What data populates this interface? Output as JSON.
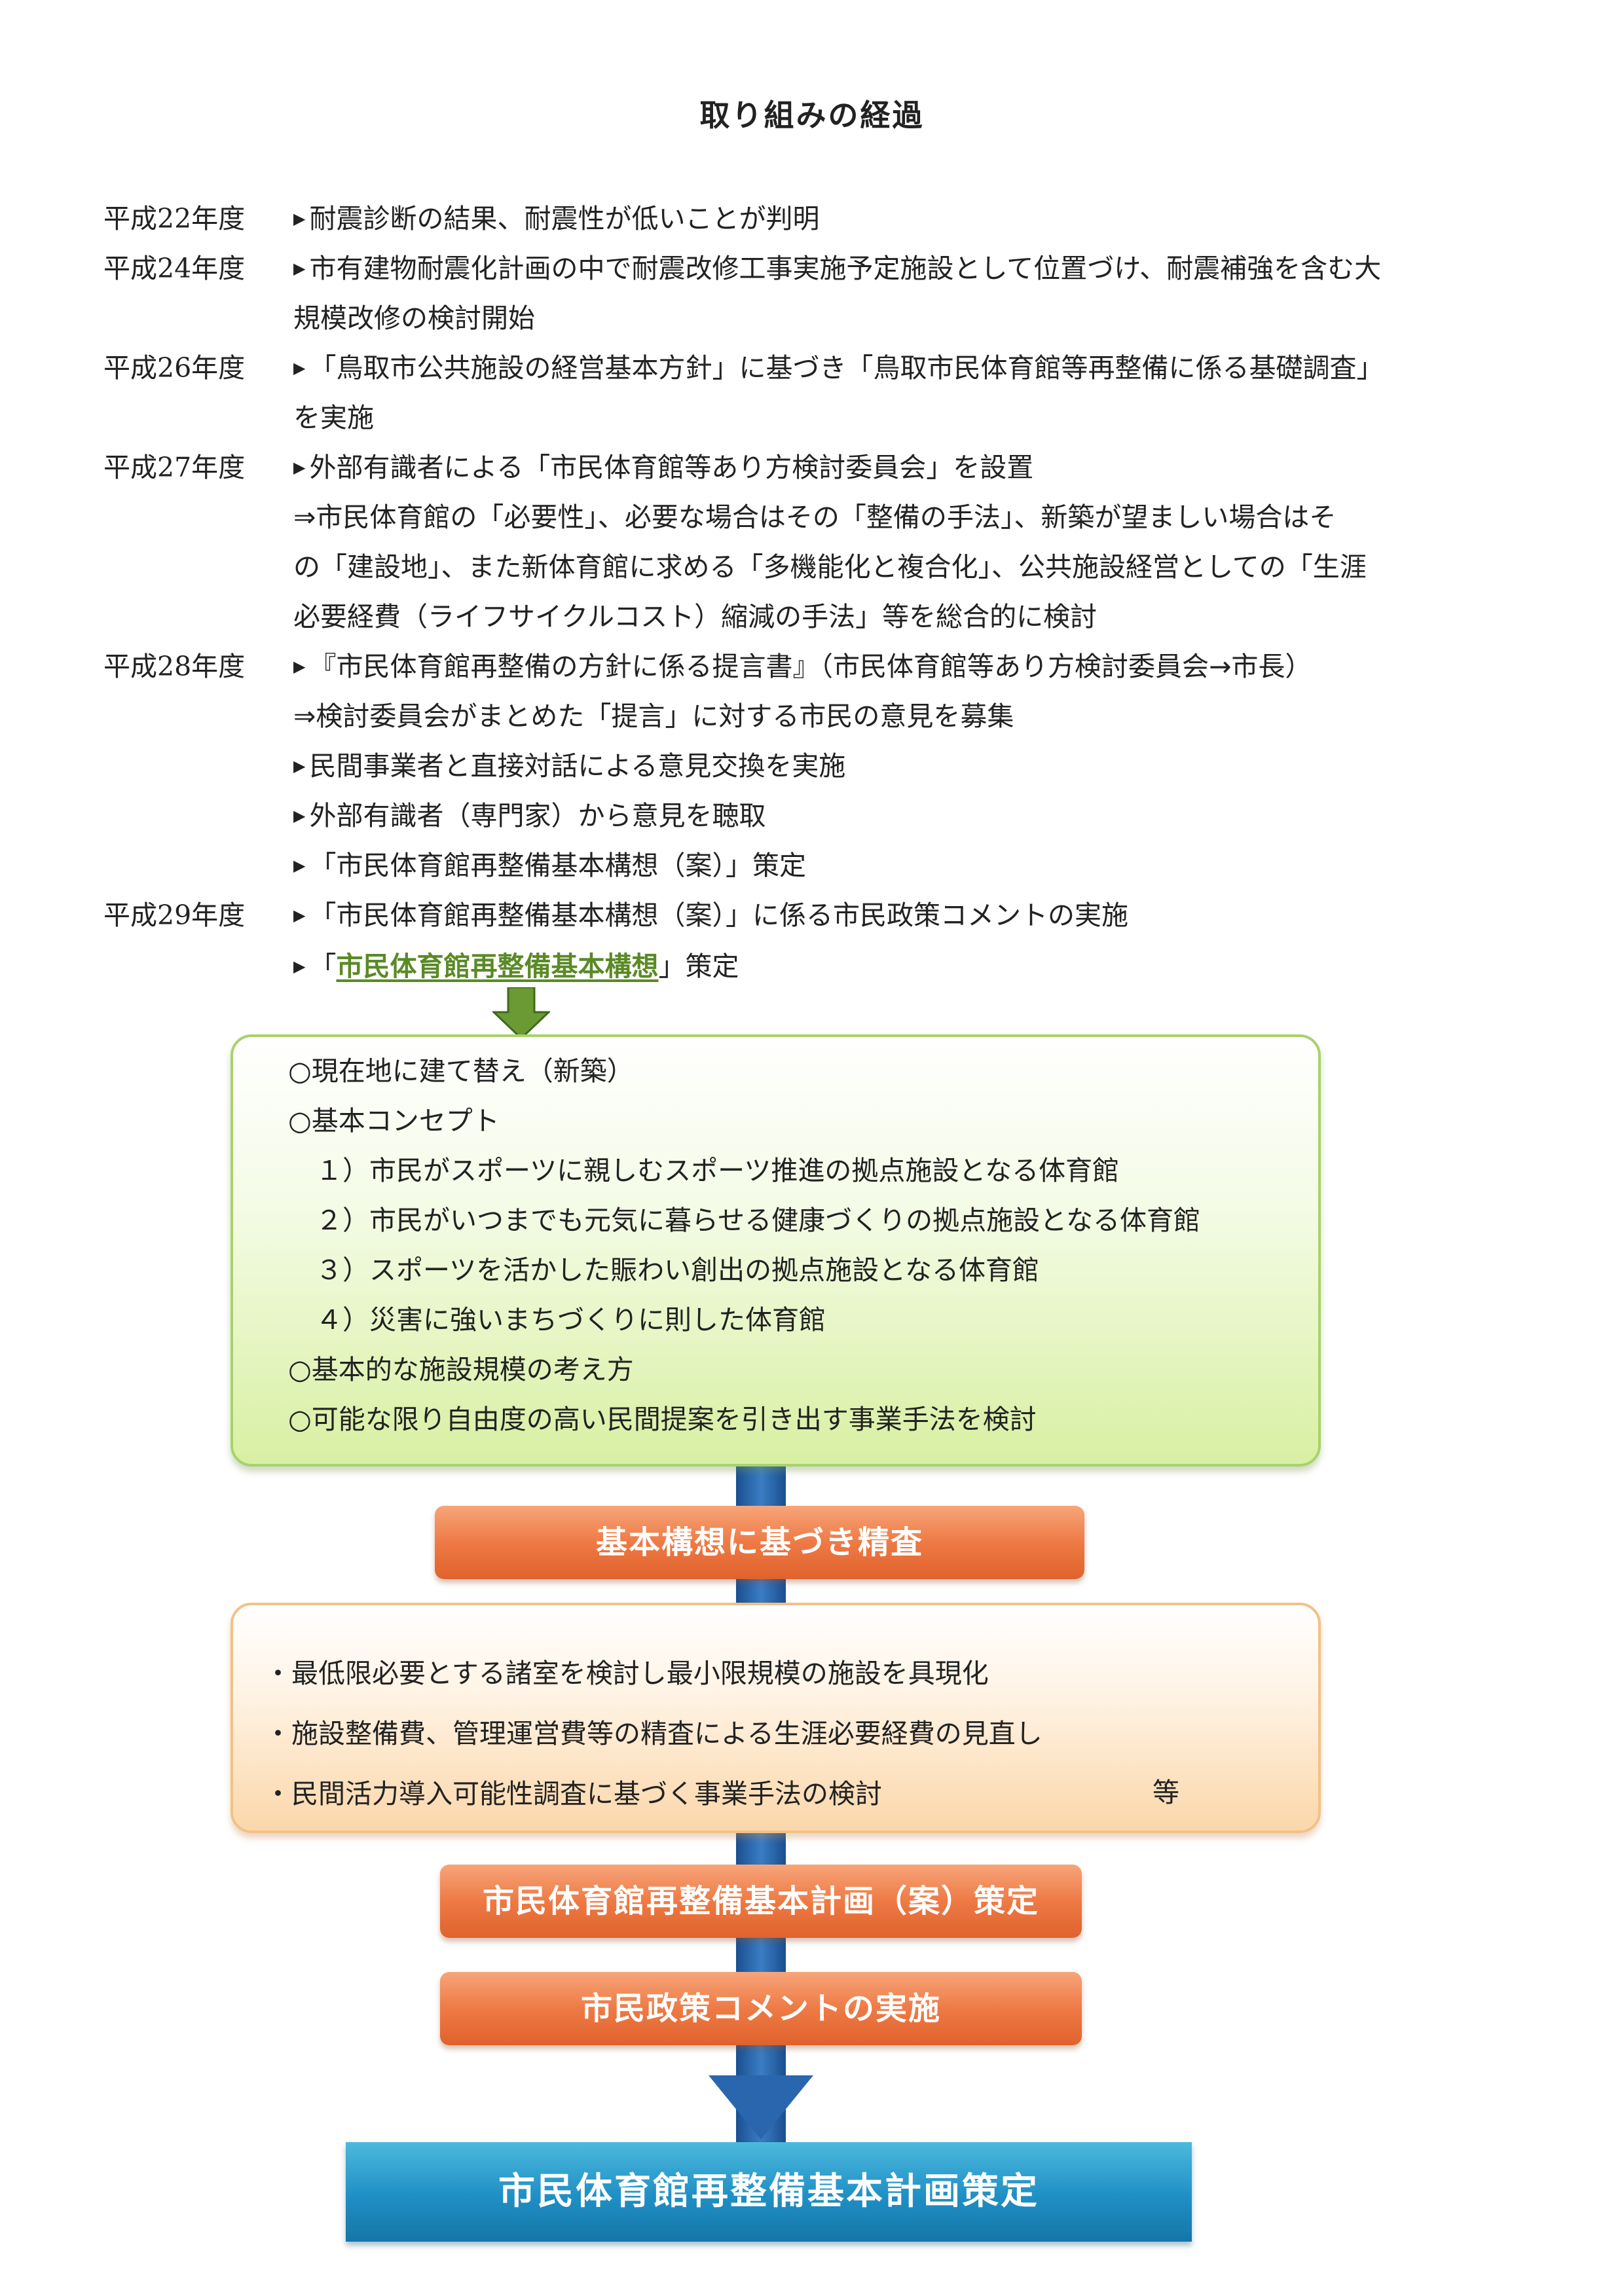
{
  "title": "取り組みの経過",
  "timeline": [
    {
      "year": "平成22年度",
      "lines": [
        {
          "bullet": true,
          "text": "耐震診断の結果、耐震性が低いことが判明"
        }
      ]
    },
    {
      "year": "平成24年度",
      "lines": [
        {
          "bullet": true,
          "text": "市有建物耐震化計画の中で耐震改修工事実施予定施設として位置づけ、耐震補強を含む大"
        },
        {
          "bullet": false,
          "text": "規模改修の検討開始"
        }
      ]
    },
    {
      "year": "平成26年度",
      "lines": [
        {
          "bullet": true,
          "text": "「鳥取市公共施設の経営基本方針」に基づき「鳥取市民体育館等再整備に係る基礎調査」"
        },
        {
          "bullet": false,
          "text": "を実施"
        }
      ]
    },
    {
      "year": "平成27年度",
      "lines": [
        {
          "bullet": true,
          "text": "外部有識者による「市民体育館等あり方検討委員会」を設置"
        },
        {
          "bullet": false,
          "text": " ⇒市民体育館の「必要性」、必要な場合はその「整備の手法」、新築が望ましい場合はそ"
        },
        {
          "bullet": false,
          "text": "の「建設地」、また新体育館に求める「多機能化と複合化」、公共施設経営としての「生涯"
        },
        {
          "bullet": false,
          "text": "必要経費（ライフサイクルコスト）縮減の手法」等を総合的に検討"
        }
      ]
    },
    {
      "year": "平成28年度",
      "lines": [
        {
          "bullet": true,
          "text": "『市民体育館再整備の方針に係る提言書』（市民体育館等あり方検討委員会→市長）"
        },
        {
          "bullet": false,
          "text": " ⇒検討委員会がまとめた「提言」に対する市民の意見を募集"
        },
        {
          "bullet": true,
          "text": "民間事業者と直接対話による意見交換を実施"
        },
        {
          "bullet": true,
          "text": "外部有識者（専門家）から意見を聴取"
        },
        {
          "bullet": true,
          "text": "「市民体育館再整備基本構想（案）」策定"
        }
      ]
    },
    {
      "year": "平成29年度",
      "lines": [
        {
          "bullet": true,
          "text": "「市民体育館再整備基本構想（案）」に係る市民政策コメントの実施"
        }
      ]
    }
  ],
  "last_line": {
    "prefix": "「",
    "highlight": "市民体育館再整備基本構想",
    "suffix": "」策定"
  },
  "concept_box": [
    "○現在地に建て替え（新築）",
    "○基本コンセプト",
    "１）市民がスポーツに親しむスポーツ推進の拠点施設となる体育館",
    "２）市民がいつまでも元気に暮らせる健康づくりの拠点施設となる体育館",
    "３）スポーツを活かした賑わい創出の拠点施設となる体育館",
    "４）災害に強いまちづくりに則した体育館",
    "○基本的な施設規模の考え方",
    "○可能な限り自由度の高い民間提案を引き出す事業手法を検討"
  ],
  "step1": "基本構想に基づき精査",
  "review_box": {
    "items": [
      "・最低限必要とする諸室を検討し最小限規模の施設を具現化",
      "・施設整備費、管理運営費等の精査による生涯必要経費の見直し",
      "・民間活力導入可能性調査に基づく事業手法の検討"
    ],
    "etc": "等"
  },
  "step2": "市民体育館再整備基本計画（案）策定",
  "step3": "市民政策コメントの実施",
  "final": "市民体育館再整備基本計画策定",
  "colors": {
    "green_border": "#a8d26a",
    "green_fill": "#d8f0a2",
    "orange_border": "#f3c186",
    "orange_fill": "#fbd7aa",
    "step_orange": "#ee7a45",
    "pipe_blue": "#2a66ad",
    "final_blue": "#1f8fc4",
    "highlight_green": "#5a8a26"
  }
}
